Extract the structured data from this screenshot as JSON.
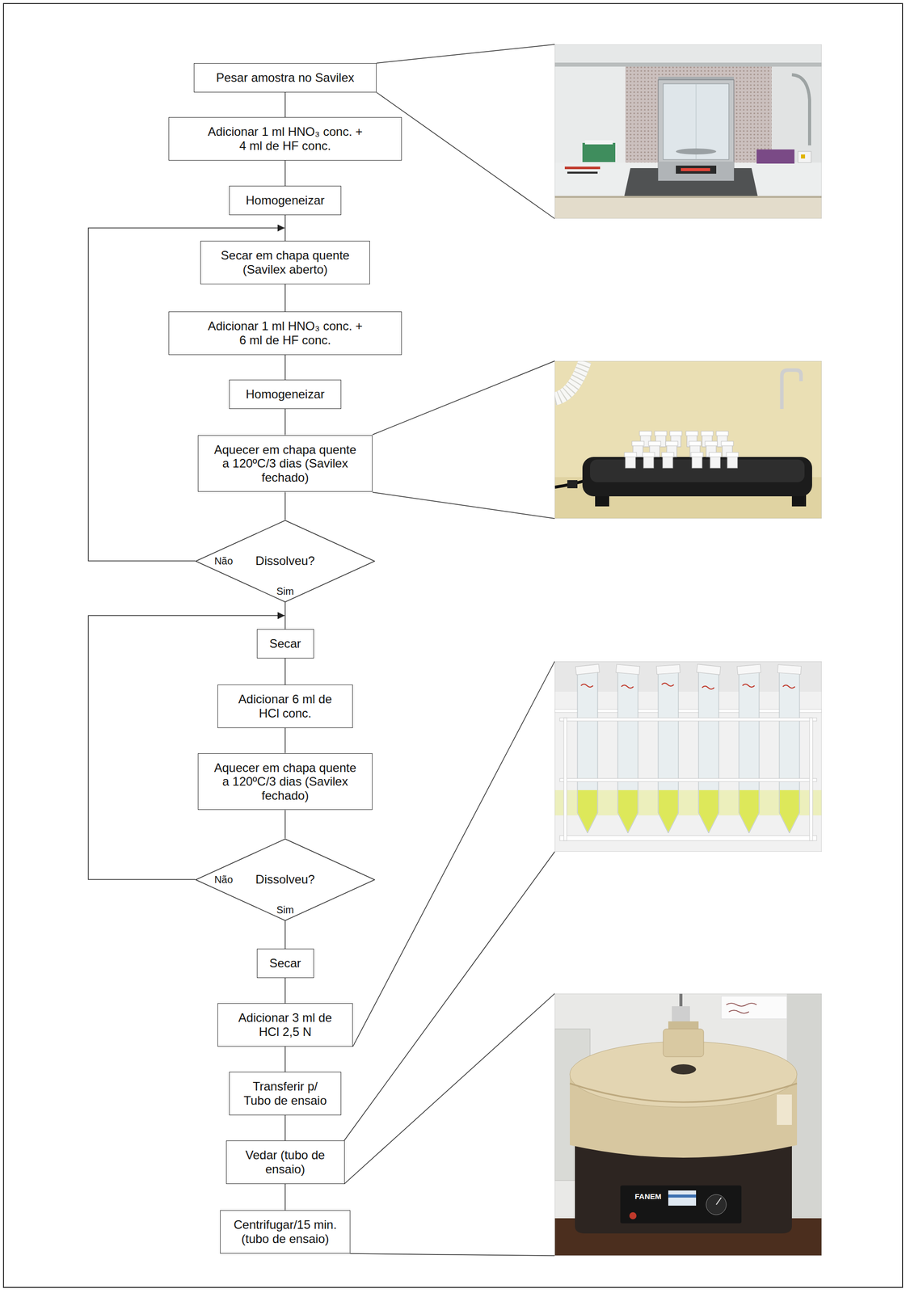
{
  "diagram": {
    "nodes": [
      {
        "text": [
          "Pesar amostra no Savilex"
        ]
      },
      {
        "text": [
          "Adicionar 1 ml HNO₃ conc. + 4 ml de HF conc."
        ]
      },
      {
        "text": [
          "Homogeneizar"
        ]
      },
      {
        "text": [
          "Secar em chapa quente (Savilex aberto)"
        ]
      },
      {
        "text": [
          "Adicionar 1 ml HNO₃ conc. + 6 ml de HF conc."
        ]
      },
      {
        "text": [
          "Homogeneizar"
        ]
      },
      {
        "text": [
          "Aquecer em chapa quente a 120ºC/3 dias (Savilex fechado)"
        ]
      },
      {
        "text": [
          "Dissolveu?"
        ]
      },
      {
        "text": [
          "Secar"
        ]
      },
      {
        "text": [
          "Adicionar 6 ml de HCl conc."
        ]
      },
      {
        "text": [
          "Aquecer em chapa quente a 120ºC/3 dias (Savilex fechado)"
        ]
      },
      {
        "text": [
          "Dissolveu?"
        ]
      },
      {
        "text": [
          "Secar"
        ]
      },
      {
        "text": [
          "Adicionar 3 ml de HCl 2,5 N"
        ]
      },
      {
        "text": [
          "Transferir p/ Tubo de ensaio"
        ]
      },
      {
        "text": [
          "Vedar (tubo de ensaio)"
        ]
      },
      {
        "text": [
          "Centrifugar/15 min. (tubo de ensaio)"
        ]
      }
    ],
    "edges": [
      {
        "from": 0,
        "to": 1,
        "arrow": "none"
      },
      {
        "from": 1,
        "to": 2,
        "arrow": "none"
      },
      {
        "from": 2,
        "to": 3,
        "arrow": "none"
      },
      {
        "from": 3,
        "to": 4,
        "arrow": "none"
      },
      {
        "from": 4,
        "to": 5,
        "arrow": "none"
      },
      {
        "from": 5,
        "to": 6,
        "arrow": "none"
      },
      {
        "from": 6,
        "to": 7,
        "arrow": "none"
      },
      {
        "from": 7,
        "to": 3,
        "label": "Não",
        "arrow": "to"
      },
      {
        "from": 7,
        "to": 8,
        "label": "Sim",
        "arrow": "none"
      },
      {
        "from": 8,
        "to": 9,
        "arrow": "none"
      },
      {
        "from": 9,
        "to": 10,
        "arrow": "none"
      },
      {
        "from": 10,
        "to": 11,
        "arrow": "none"
      },
      {
        "from": 11,
        "to": 8,
        "label": "Não",
        "arrow": "to"
      },
      {
        "from": 11,
        "to": 12,
        "label": "Sim",
        "arrow": "none"
      },
      {
        "from": 12,
        "to": 13,
        "arrow": "none"
      },
      {
        "from": 13,
        "to": 14,
        "arrow": "none"
      },
      {
        "from": 14,
        "to": 15,
        "arrow": "none"
      },
      {
        "from": 15,
        "to": 16,
        "arrow": "none"
      }
    ],
    "labels": [
      "FANEM"
    ]
  }
}
